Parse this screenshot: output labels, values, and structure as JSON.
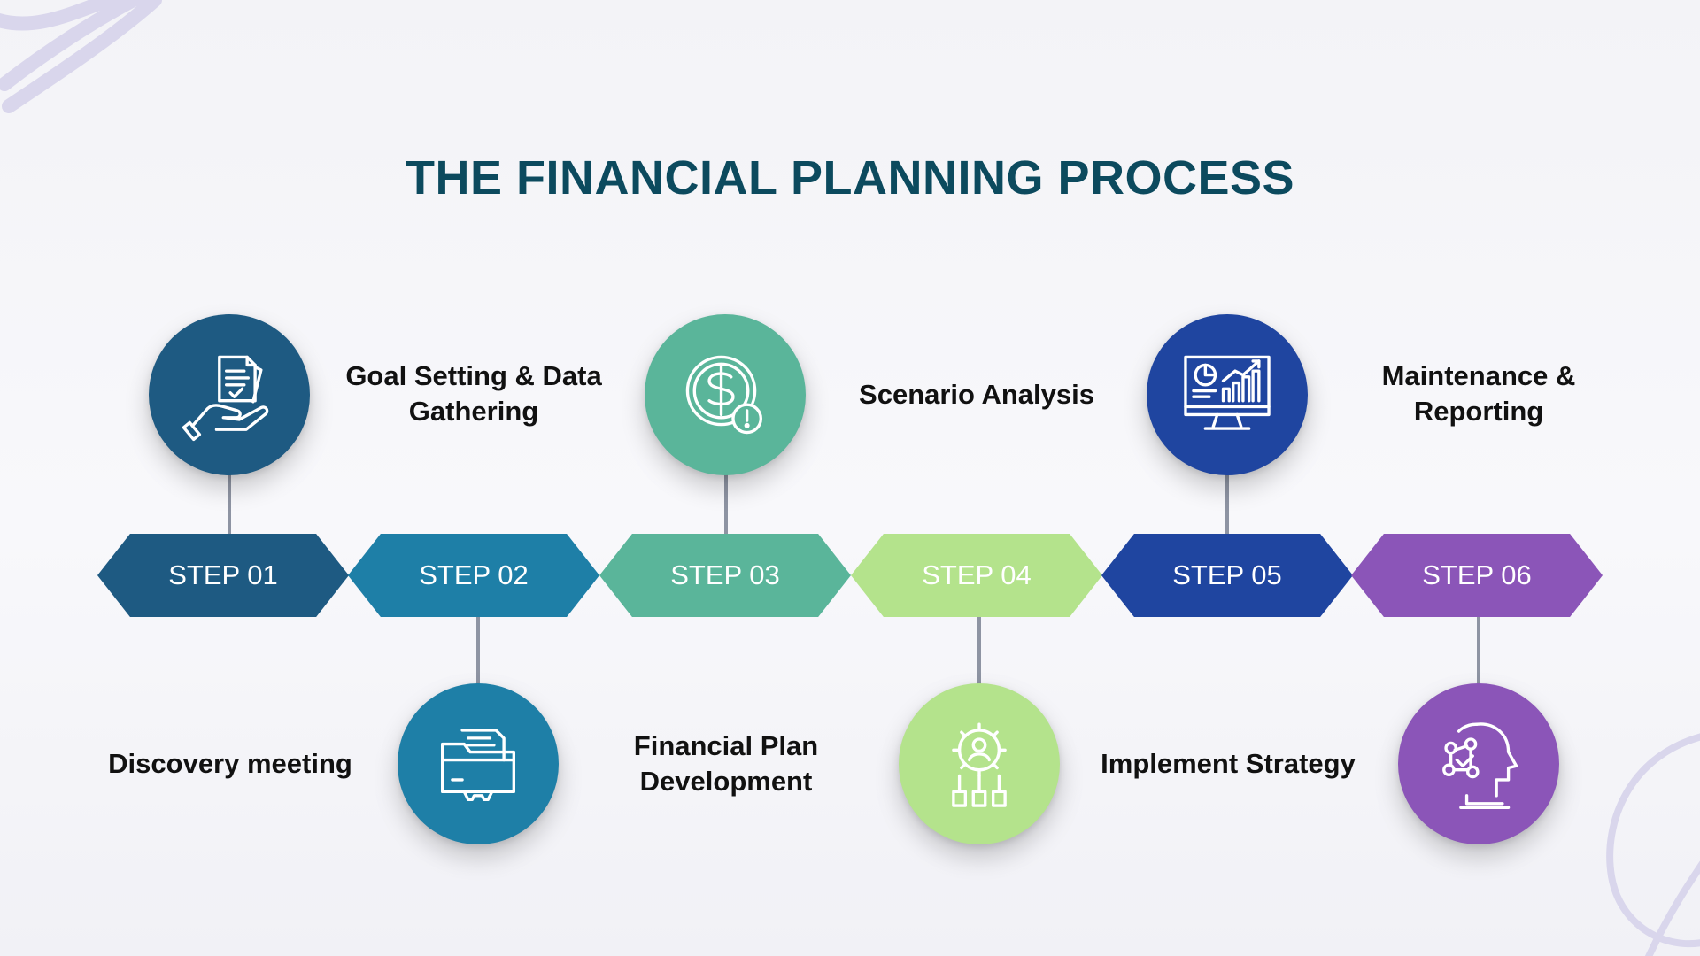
{
  "title": "THE FINANCIAL PLANNING PROCESS",
  "steps": [
    {
      "label": "STEP 01",
      "color": "#1e5a82",
      "description": "Discovery meeting",
      "icon": "hand-holding-document-icon"
    },
    {
      "label": "STEP 02",
      "color": "#1e7fa7",
      "description": "Goal Setting & Data Gathering",
      "icon": "folder-gear-icon"
    },
    {
      "label": "STEP 03",
      "color": "#5ab59a",
      "description": "Scenario Analysis",
      "icon": "dollar-coin-alert-icon"
    },
    {
      "label": "STEP 04",
      "color": "#b4e38c",
      "description": "Financial Plan Development",
      "icon": "gear-person-network-icon"
    },
    {
      "label": "STEP 05",
      "color": "#1f45a0",
      "description": "Maintenance & Reporting",
      "icon": "monitor-chart-icon"
    },
    {
      "label": "STEP 06",
      "color": "#8b55b8",
      "description": "Implement Strategy",
      "icon": "head-strategy-icon"
    }
  ],
  "colors": {
    "title": "#0c4a5e",
    "connector": "#8e94a3",
    "decoration": "#d9d6ec"
  }
}
